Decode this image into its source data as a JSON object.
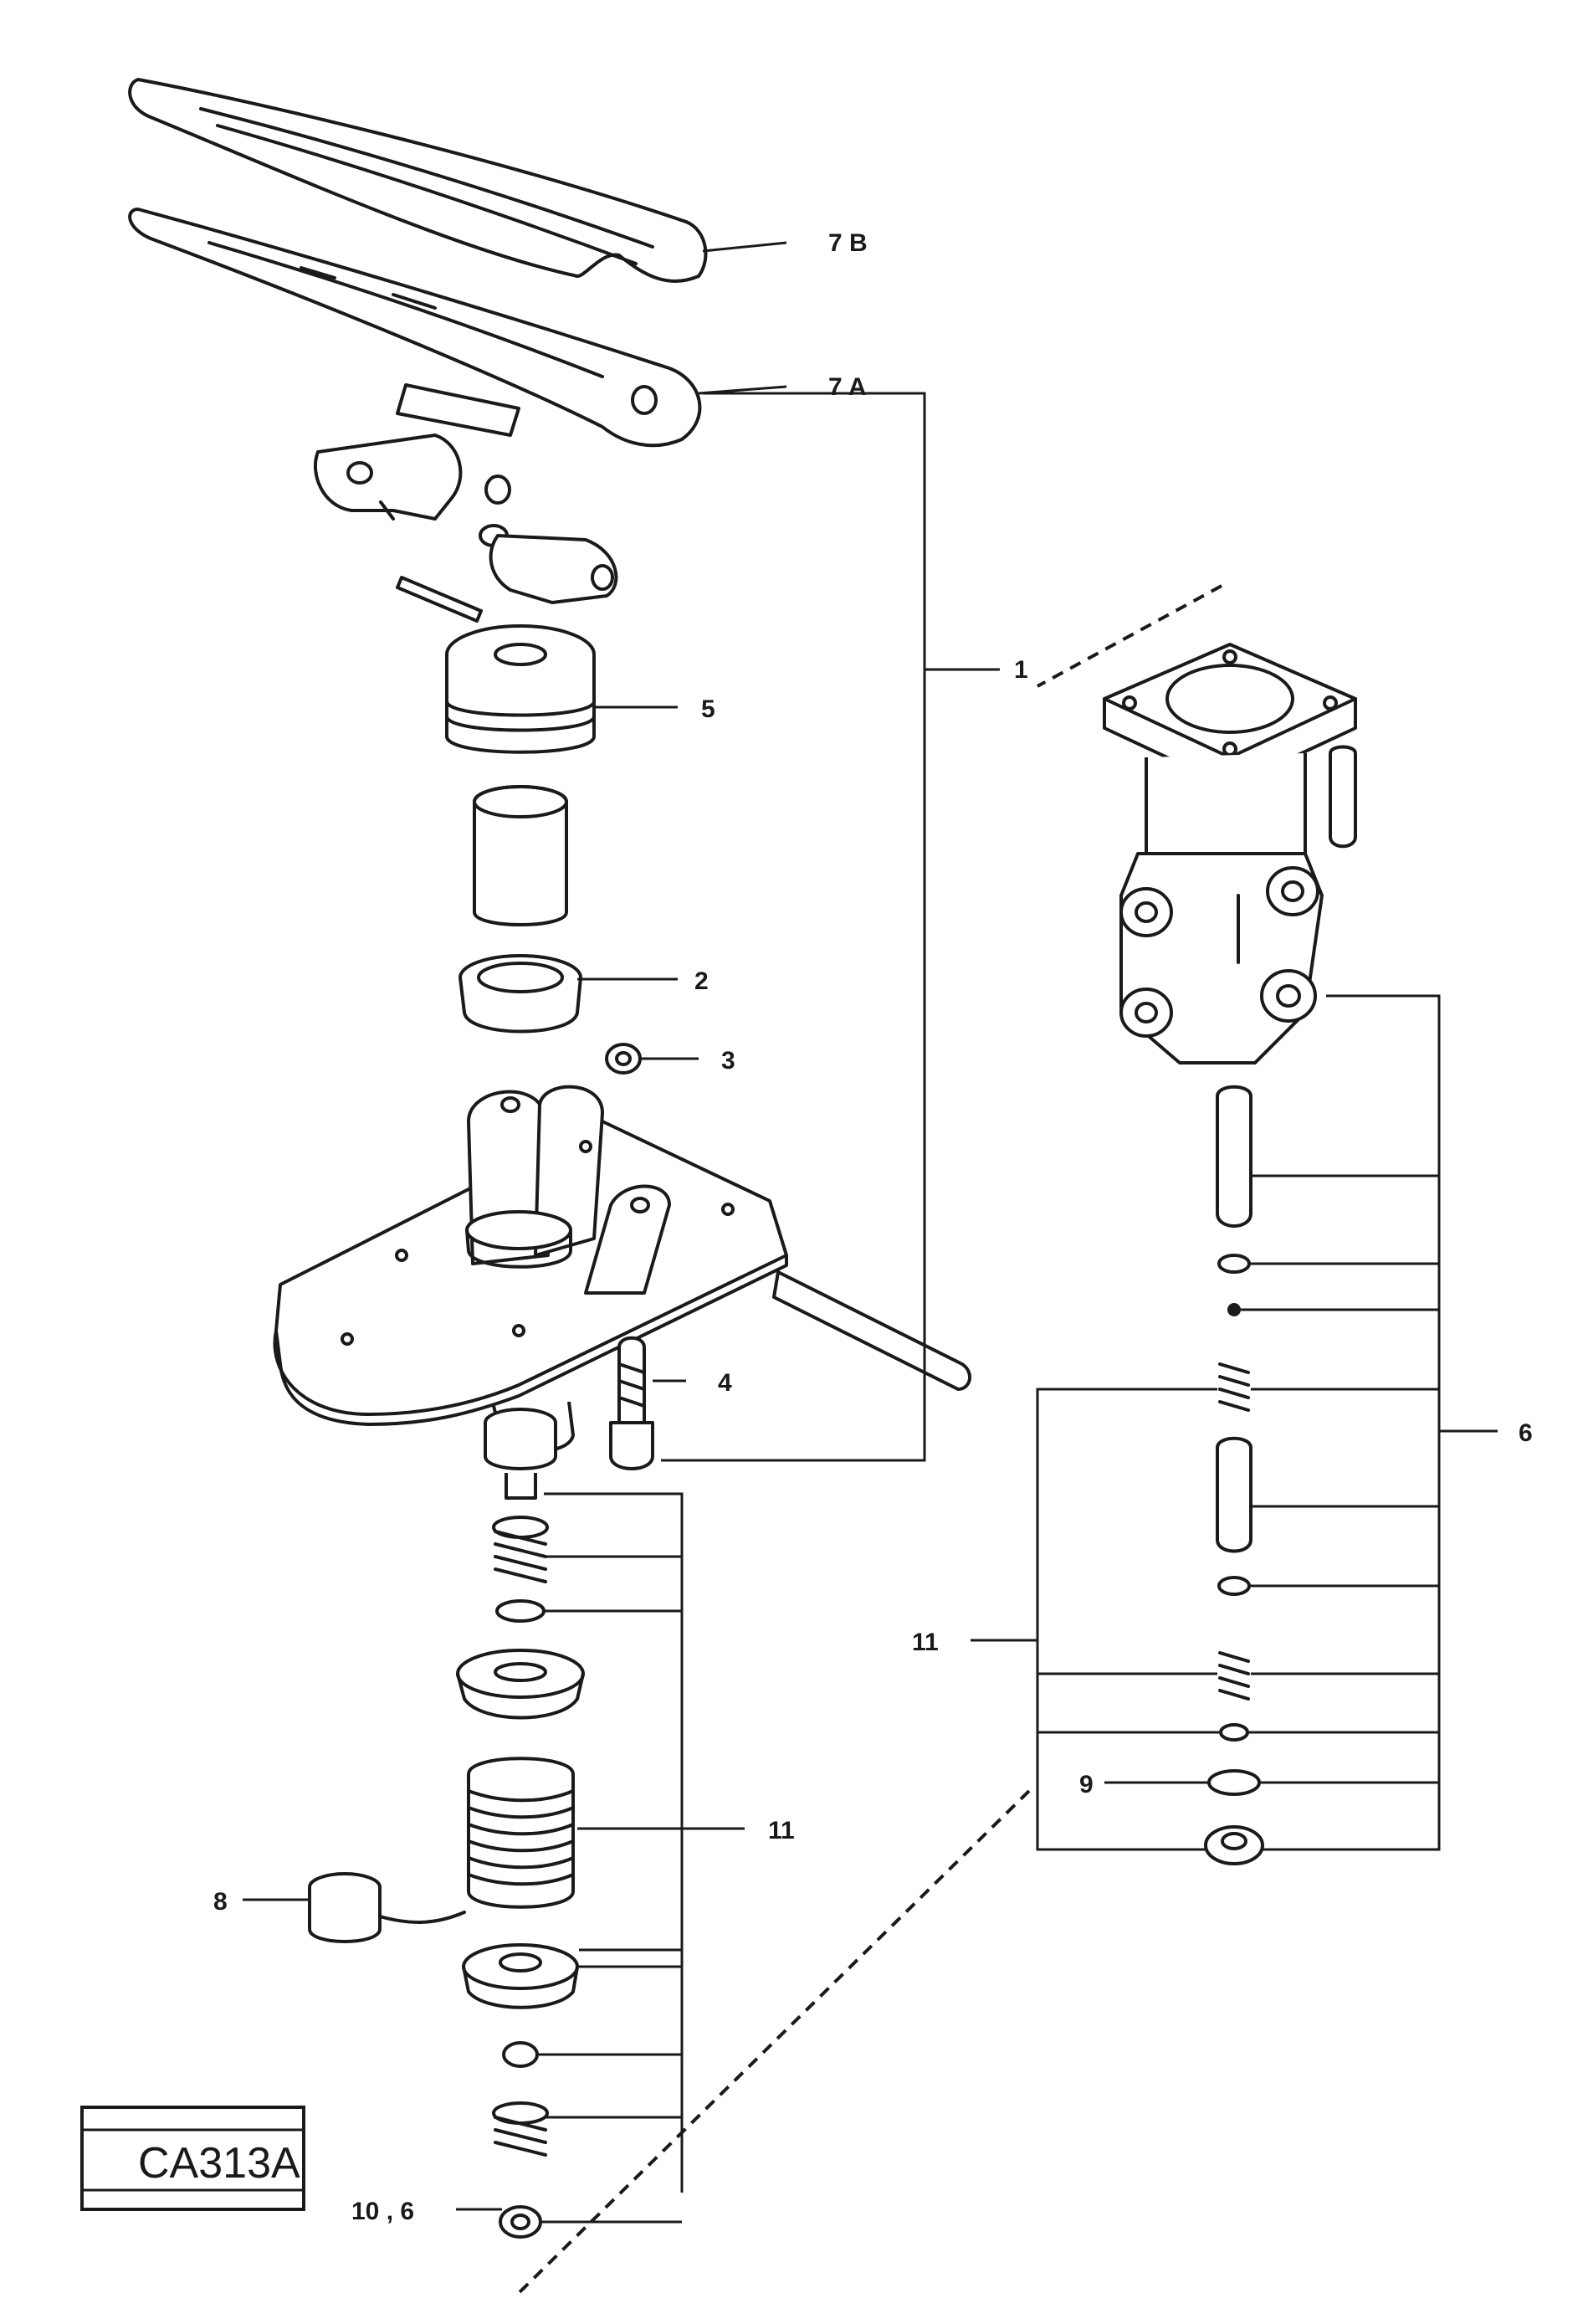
{
  "callouts": {
    "c_7b": "7 B",
    "c_7a": "7 A",
    "c_1": "1",
    "c_5": "5",
    "c_2": "2",
    "c_3": "3",
    "c_4": "4",
    "c_6": "6",
    "c_11_right": "11",
    "c_11_left": "11",
    "c_9": "9",
    "c_8": "8",
    "c_10_6": "10 , 6"
  },
  "stamp": {
    "top_text": "",
    "code": "CA313A",
    "bottom_text": ""
  }
}
